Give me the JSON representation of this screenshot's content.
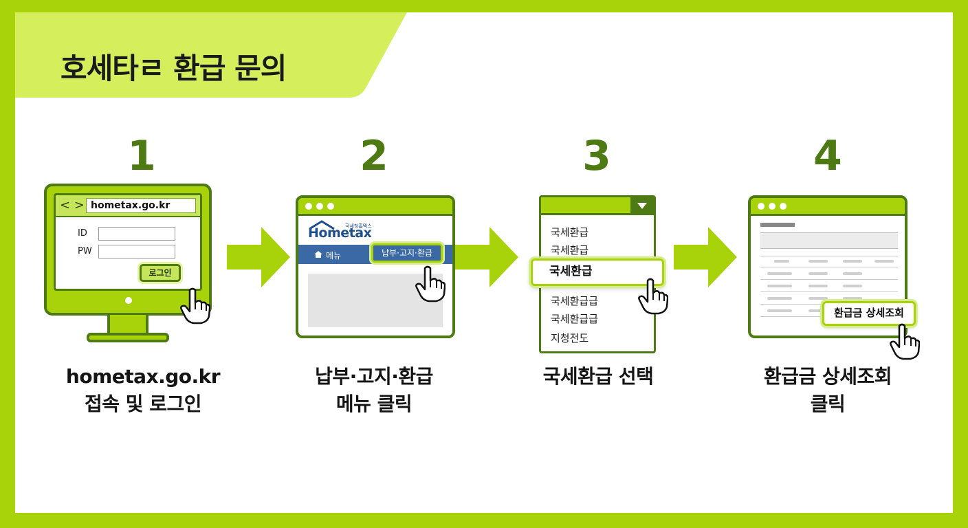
{
  "title": "호세타ㄹ 환급 문의",
  "colors": {
    "accent": "#a8d20a",
    "dark_green": "#4d7a12",
    "light_band": "#d4ee5c",
    "hometax_blue": "#3b69a6"
  },
  "steps": [
    {
      "number": "1",
      "caption_line1": "hometax.go.kr",
      "caption_line2": "접속 및 로그인",
      "screen": {
        "nav": "< >",
        "url": "hometax.go.kr",
        "id_label": "ID",
        "pw_label": "PW",
        "login_button": "로그인"
      }
    },
    {
      "number": "2",
      "caption_line1": "납부·고지·환급",
      "caption_line2": "메뉴 클릭",
      "screen": {
        "logo": "Hometax",
        "logo_sub": "국세청홈택스",
        "menu_label": "메뉴",
        "menu_button": "납부·고지·환급"
      }
    },
    {
      "number": "3",
      "caption_line1": "국세환급 선택",
      "screen": {
        "items": [
          "국세환급",
          "국세환급",
          "국세환급급",
          "국세환급급",
          "지청전도"
        ],
        "selected": "국세환급"
      }
    },
    {
      "number": "4",
      "caption_line1": "환급금 상세조회",
      "caption_line2": "클릭",
      "screen": {
        "detail_button": "환급금 상세조회"
      }
    }
  ]
}
